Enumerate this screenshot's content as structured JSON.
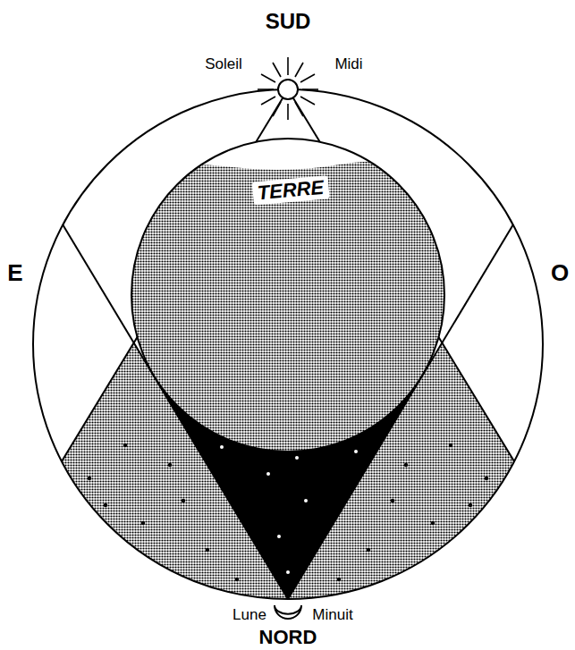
{
  "diagram": {
    "nodes": [
      {
        "text": [
          "TERRE"
        ]
      }
    ],
    "labels": [
      "SUD",
      "Soleil",
      "Midi",
      "E",
      "O",
      "Lune",
      "Minuit",
      "NORD"
    ]
  }
}
